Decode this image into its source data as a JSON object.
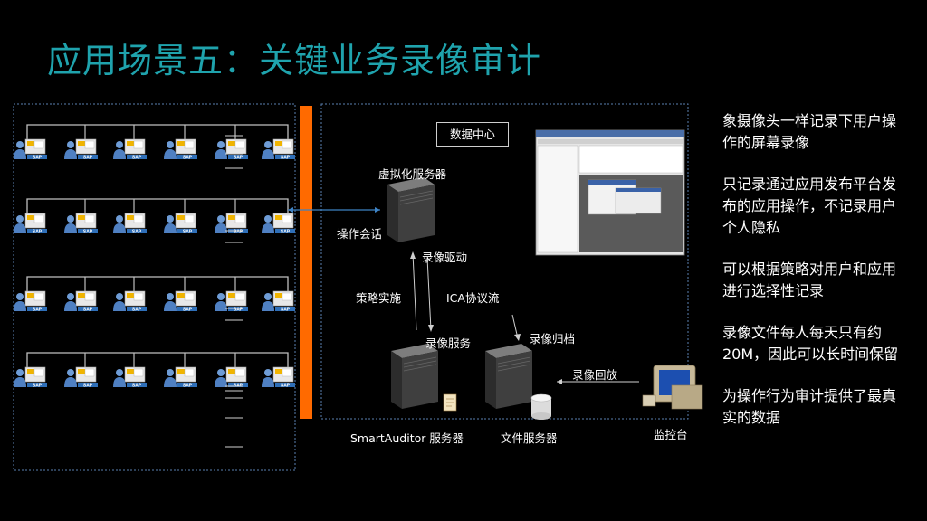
{
  "slide": {
    "title": "应用场景五：关键业务录像审计"
  },
  "bullets": [
    "象摄像头一样记录下用户操作的屏幕录像",
    "只记录通过应用发布平台发布的应用操作，不记录用户个人隐私",
    "可以根据策略对用户和应用进行选择性记录",
    "录像文件每人每天只有约20M，因此可以长时间保留",
    "为操作行为审计提供了最真实的数据"
  ],
  "diagram": {
    "data_center": "数据中心",
    "virtual_server": "虚拟化服务器",
    "op_session": "操作会话",
    "rec_driver": "录像驱动",
    "policy": "策略实施",
    "ica_stream": "ICA协议流",
    "rec_service": "录像服务",
    "rec_archive": "录像归档",
    "rec_playback": "录像回放",
    "smartauditor_server": "SmartAuditor 服务器",
    "file_server": "文件服务器",
    "monitor": "监控台",
    "client_icon_text": "SAP",
    "client_rows": 4,
    "clients_per_row": 6
  },
  "colors": {
    "title": "#1fa3ad",
    "bar": "#ff6a00",
    "connector": "#3d82c4",
    "dotted": "#5a7fb0"
  }
}
